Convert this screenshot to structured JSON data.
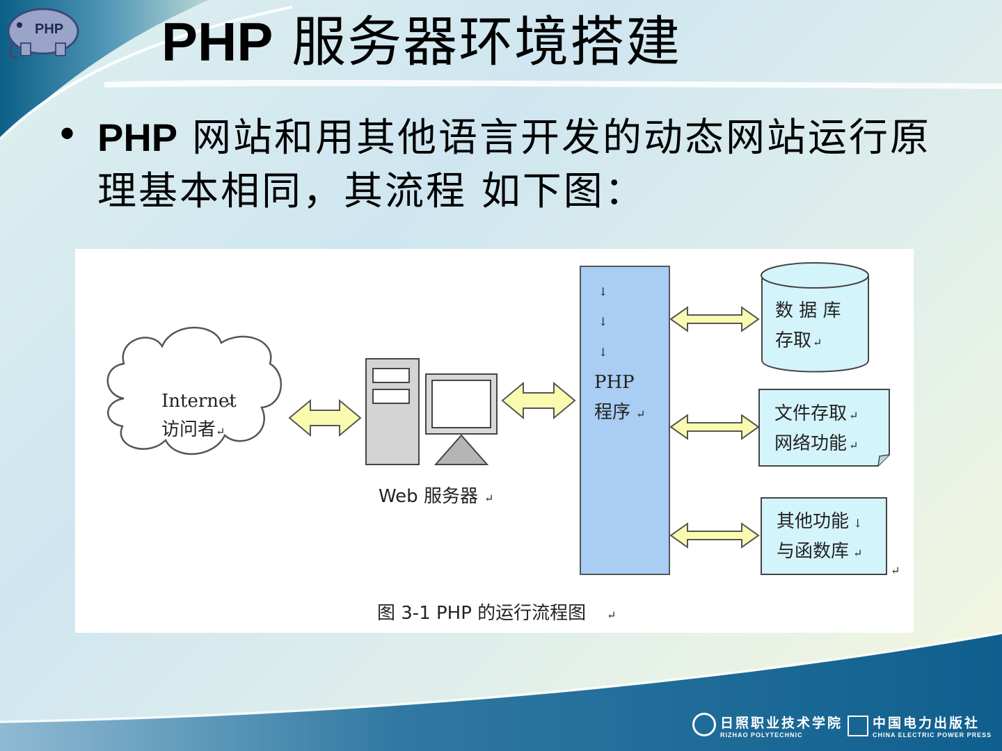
{
  "title": {
    "bold": "PHP",
    "rest": " 服务器环境搭建"
  },
  "logo_badge": "PHP",
  "bullet": {
    "bold": "PHP",
    "text": " 网站和用其他语言开发的动态网站运行原理基本相同，其流程 如下图："
  },
  "diagram": {
    "cloud_line1": "Internet",
    "cloud_line2": "访问者",
    "server_label": "Web 服务器",
    "php_line1": "PHP",
    "php_line2": "程序",
    "db_line1": "数 据 库",
    "db_line2": "存取",
    "file_line1": "文件存取",
    "file_line2": "网络功能",
    "other_line1": "其他功能",
    "other_line2": "与函数库",
    "caption": "图 3-1 PHP 的运行流程图",
    "return_mark": "↵",
    "down_arrow": "↓"
  },
  "footer": {
    "rizhao_main": "日照职业技术学院",
    "rizhao_sub": "RIZHAO POLYTECHNIC",
    "press_main": "中国电力出版社",
    "press_sub": "CHINA ELECTRIC POWER PRESS"
  },
  "colors": {
    "footer_band": "#2b6f97",
    "php_box": "#a9cdf3",
    "storage_box": "#d4f4fb",
    "double_arrow": "#fbfbb0",
    "arrow_stroke": "#555555",
    "icons": [
      "elephant-logo-icon",
      "server-tower-icon",
      "monitor-icon",
      "cloud-icon",
      "database-cylinder-icon",
      "double-arrow-icon",
      "down-arrow-icon",
      "rizhao-emblem-icon",
      "press-emblem-icon"
    ]
  }
}
